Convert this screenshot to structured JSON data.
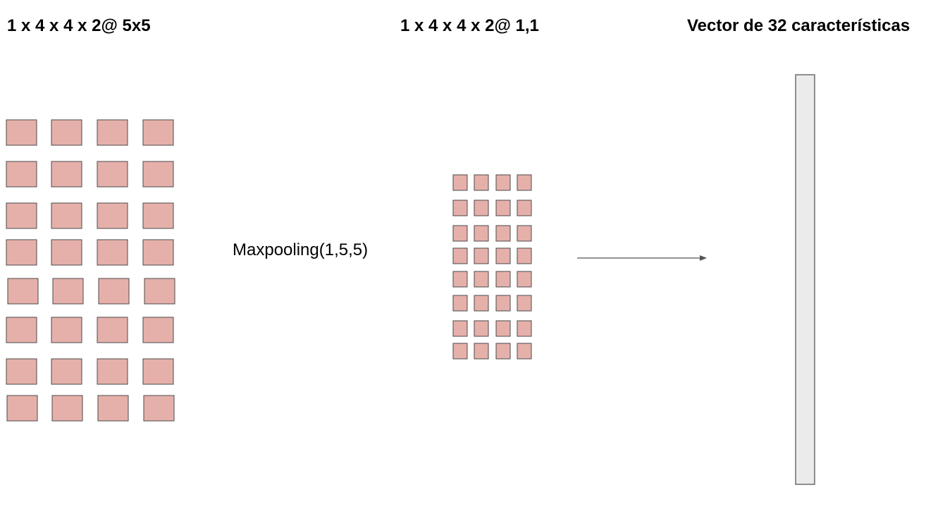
{
  "headings": {
    "input": "1 x 4 x 4 x 2@ 5x5",
    "pooled": "1 x 4 x 4 x 2@ 1,1",
    "vector": "Vector de 32 características"
  },
  "operation_label": "Maxpooling(1,5,5)",
  "grids": {
    "input": {
      "rows": 8,
      "cols": 4
    },
    "pooled": {
      "rows": 8,
      "cols": 4
    }
  },
  "colors": {
    "cell_fill": "#e6b0aa",
    "cell_stroke": "#4a4a4a",
    "vector_fill": "#ebebeb",
    "vector_stroke": "#4a4a4a",
    "arrow": "#555555"
  }
}
